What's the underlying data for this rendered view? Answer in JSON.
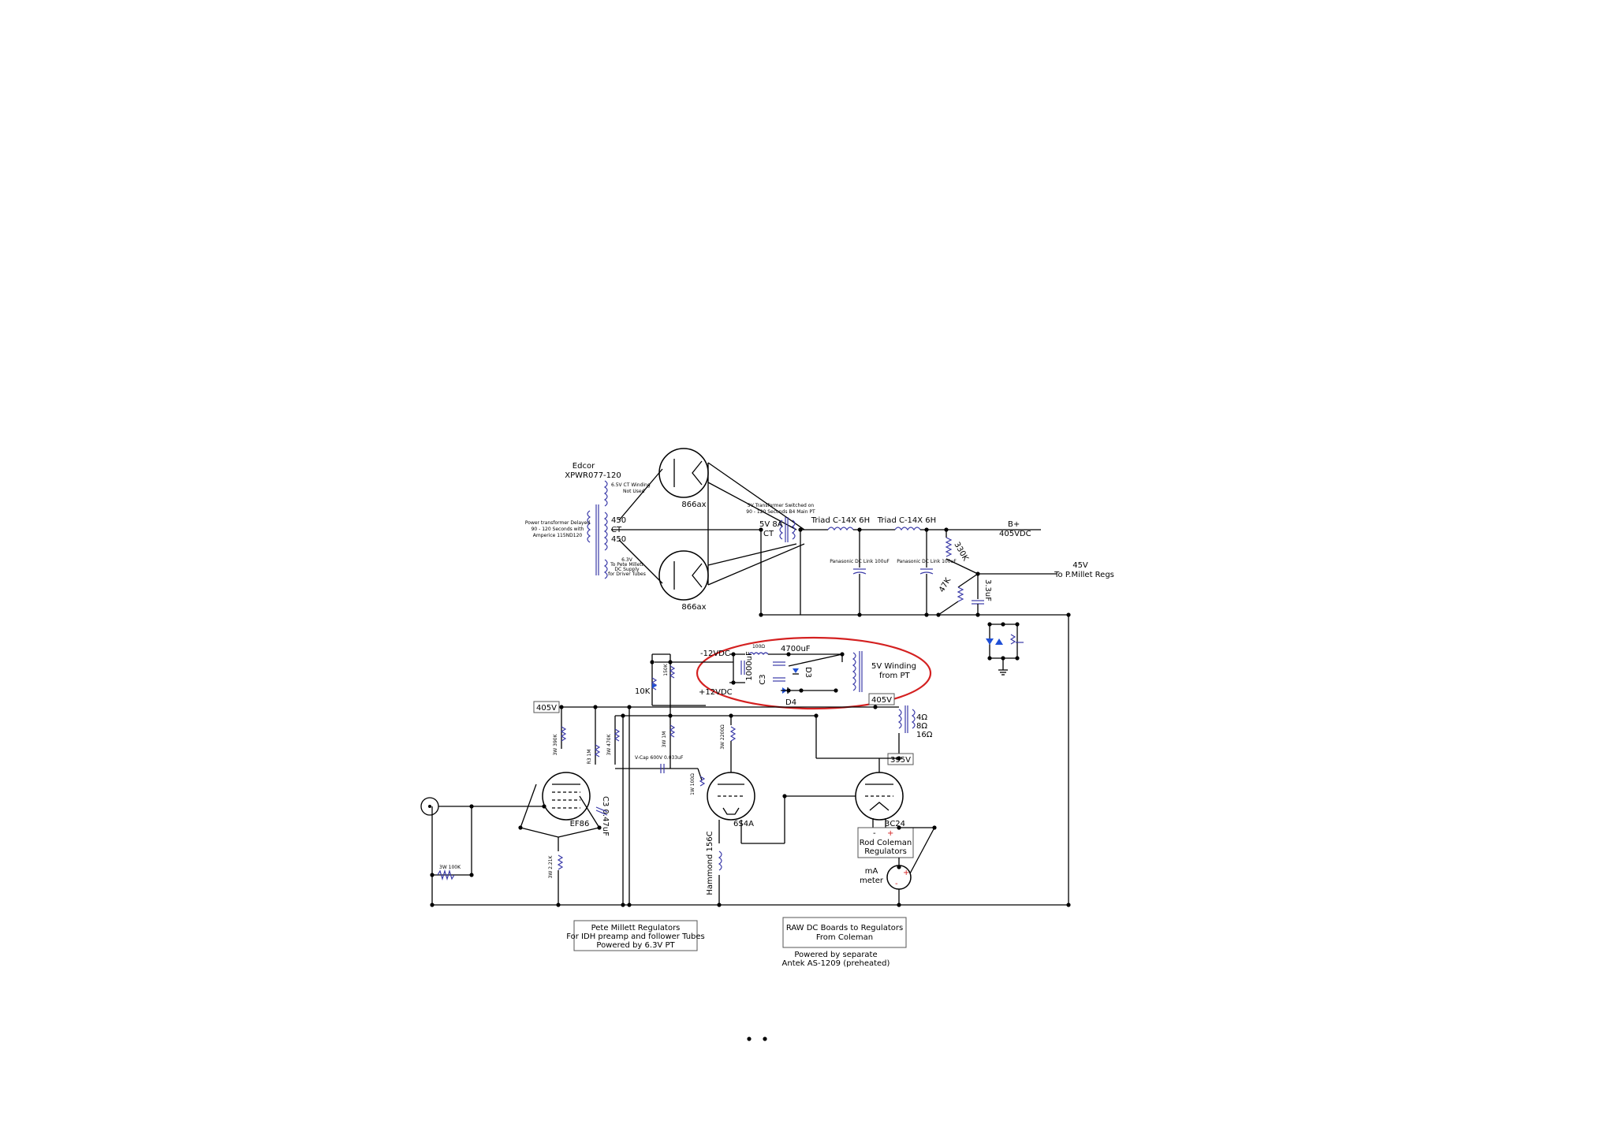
{
  "power_supply": {
    "transformer_name": "Edcor",
    "transformer_model": "XPWR077-120",
    "secondary_note_line1": "6.5V CT Winding",
    "secondary_note_line2": "Not Used",
    "delay_note_line1": "Power transformer Delayed",
    "delay_note_line2": "90 - 120 Seconds with",
    "delay_note_line3": "Amperice 115ND120",
    "heater_note_line1": "6.3V",
    "heater_note_line2": "To Pete Millett",
    "heater_note_line3": "DC Supply",
    "heater_note_line4": "for Driver Tubes",
    "tap_top": "450",
    "tap_ct": "CT",
    "tap_bottom": "450",
    "rectifier_top": "866ax",
    "rectifier_bottom": "866ax",
    "fil_xfmr_label": "5V 8A",
    "fil_xfmr_ct": "CT",
    "fil_note_line1": "5V Transformer Switched on",
    "fil_note_line2": "90 - 120 Seconds B4 Main PT",
    "choke1": "Triad C-14X 6H",
    "choke2": "Triad C-14X 6H",
    "cap1": "Panasonic DC Link 100uF",
    "cap2": "Panasonic DC Link 100uF",
    "b_plus": "B+",
    "b_plus_value": "405VDC",
    "r_330k": "330K",
    "r_47k": "47K",
    "cap_3_3uf": "3.3uF",
    "out_45v": "45V",
    "out_45v_to": "To P.Millet Regs"
  },
  "bias_supply": {
    "neg12": "-12VDC",
    "pos12": "+12VDC",
    "r_100": "100Ω",
    "c_4700": "4700uF",
    "c_1000": "1000uF",
    "c3": "C3",
    "d3": "D3",
    "d4": "D4",
    "pot_10k": "10K",
    "r_150k": "150K",
    "winding_line1": "5V Winding",
    "winding_line2": "from PT"
  },
  "amplifier": {
    "tag_405_left": "405V",
    "tag_405_right": "405V",
    "tag_395": "395V",
    "out_4": "4Ω",
    "out_8": "8Ω",
    "out_16": "16Ω",
    "r_3w390k": "3W 390K",
    "r_r31m": "R3 1M",
    "r_3w470k": "3W 470K",
    "r_3w1m": "3W 1M",
    "vcap": "V-Cap 600V 0.033uF",
    "r_3w2200": "3W 2200Ω",
    "r_1w100": "1W 100Ω",
    "c_047": "C3 0.47uF",
    "tube_ef86": "EF86",
    "tube_6s4a": "6S4A",
    "tube_3c24": "3C24",
    "r_3w100k": "3W 100K",
    "r_3w221k": "3W 2.21K",
    "choke_156c": "Hammond 156C",
    "coleman_line1": "Rod Coleman",
    "coleman_line2": "Regulators",
    "minus": "-",
    "plus": "+",
    "meter_line1": "mA",
    "meter_line2": "meter"
  },
  "notes": {
    "millett_line1": "Pete Millett Regulators",
    "millett_line2": "For IDH preamp and follower Tubes",
    "millett_line3": "Powered by 6.3V  PT",
    "raw_line1": "RAW DC Boards to Regulators",
    "raw_line2": "From Coleman",
    "antek_line1": "Powered by separate",
    "antek_line2": "Antek AS-1209 (preheated)"
  },
  "colors": {
    "wire": "#000000",
    "component": "#3a3aa8",
    "led": "#1f4fd6",
    "highlight": "#d42020",
    "meter_plus": "#d42020"
  }
}
